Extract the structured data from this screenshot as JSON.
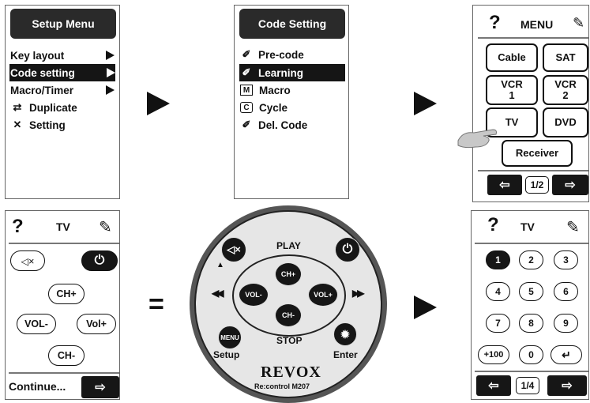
{
  "setup_menu": {
    "title": "Setup Menu",
    "items": [
      {
        "label": "Key layout",
        "arrow": true,
        "selected": false
      },
      {
        "label": "Code setting",
        "arrow": true,
        "selected": true
      },
      {
        "label": "Macro/Timer",
        "arrow": true,
        "selected": false
      },
      {
        "label": "Duplicate",
        "icon": "duplicate-icon",
        "selected": false
      },
      {
        "label": "Setting",
        "icon": "tools-icon",
        "selected": false
      }
    ]
  },
  "code_setting": {
    "title": "Code Setting",
    "items": [
      {
        "label": "Pre-code",
        "icon": "pen-icon",
        "icon_char": "✐",
        "selected": false
      },
      {
        "label": "Learning",
        "icon": "pen-icon",
        "icon_char": "✐",
        "selected": true
      },
      {
        "label": "Macro",
        "icon": "macro-icon",
        "icon_char": "M",
        "selected": false
      },
      {
        "label": "Cycle",
        "icon": "cycle-icon",
        "icon_char": "C",
        "selected": false
      },
      {
        "label": "Del. Code",
        "icon": "eraser-icon",
        "icon_char": "✐",
        "selected": false
      }
    ]
  },
  "device_menu": {
    "help": "?",
    "title": "MENU",
    "edit_icon": "edit-icon",
    "buttons": [
      "Cable",
      "SAT",
      "VCR\n1",
      "VCR\n2",
      "TV",
      "DVD",
      "Receiver"
    ],
    "page": "1/2"
  },
  "tv_screen": {
    "help": "?",
    "title": "TV",
    "mute_label": "◁×",
    "power_label": "⏻",
    "ch_up": "CH+",
    "vol_down": "VOL-",
    "vol_up": "Vol+",
    "ch_down": "CH-",
    "continue_label": "Continue...",
    "next_icon": "right-arrow-icon"
  },
  "equals": "=",
  "remote": {
    "play": "PLAY",
    "stop": "STOP",
    "ch_up": "CH+",
    "ch_down": "CH-",
    "vol_down": "VOL-",
    "vol_up": "VOL+",
    "menu_key": "MENU",
    "setup": "Setup",
    "enter": "Enter",
    "brand": "REVOX",
    "model": "Re:control M207",
    "rew": "◀◀",
    "ffw": "▶▶",
    "eject": "▲"
  },
  "keypad": {
    "help": "?",
    "title": "TV",
    "keys": [
      "1",
      "2",
      "3",
      "4",
      "5",
      "6",
      "7",
      "8",
      "9",
      "+100",
      "0",
      "↵"
    ],
    "page": "1/4"
  }
}
